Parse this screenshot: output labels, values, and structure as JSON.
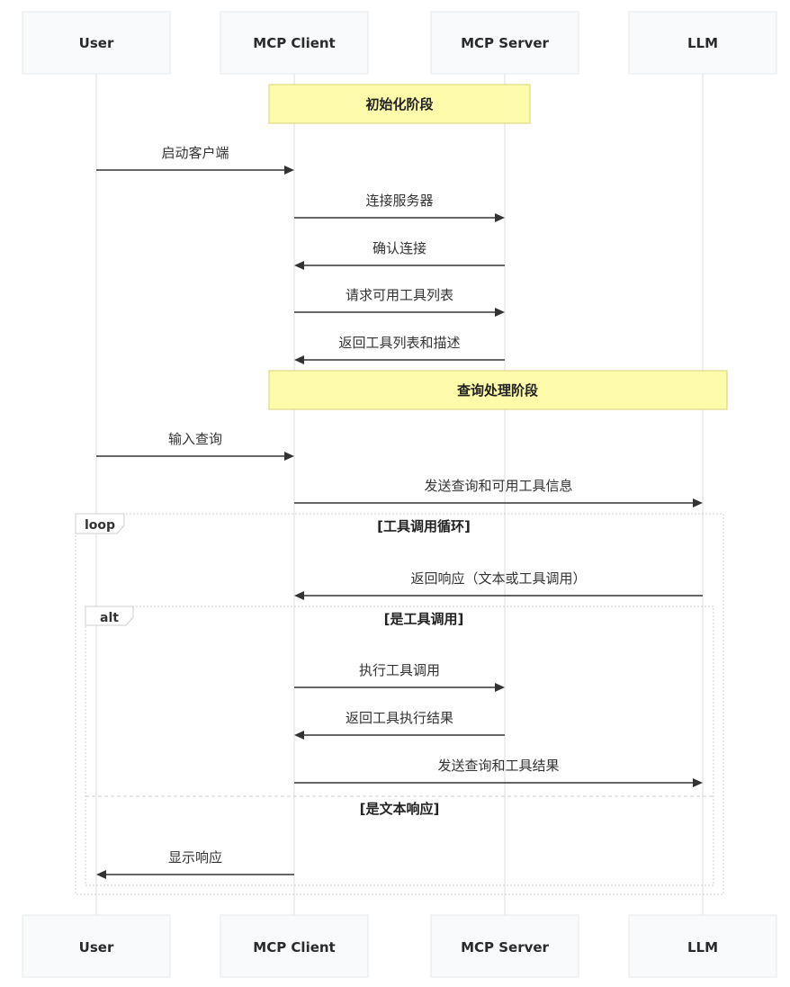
{
  "actors": [
    {
      "id": "user",
      "name": "User"
    },
    {
      "id": "client",
      "name": "MCP Client"
    },
    {
      "id": "server",
      "name": "MCP Server"
    },
    {
      "id": "llm",
      "name": "LLM"
    }
  ],
  "notes": [
    {
      "id": "init-phase",
      "text": "初始化阶段",
      "from": "client",
      "to": "server"
    },
    {
      "id": "query-phase",
      "text": "查询处理阶段",
      "from": "client",
      "to": "llm"
    }
  ],
  "messages": [
    {
      "id": "start-client",
      "from": "user",
      "to": "client",
      "text": "启动客户端"
    },
    {
      "id": "connect-server",
      "from": "client",
      "to": "server",
      "text": "连接服务器"
    },
    {
      "id": "confirm-connect",
      "from": "server",
      "to": "client",
      "text": "确认连接"
    },
    {
      "id": "request-tools",
      "from": "client",
      "to": "server",
      "text": "请求可用工具列表"
    },
    {
      "id": "return-tools",
      "from": "server",
      "to": "client",
      "text": "返回工具列表和描述"
    },
    {
      "id": "input-query",
      "from": "user",
      "to": "client",
      "text": "输入查询"
    },
    {
      "id": "send-query",
      "from": "client",
      "to": "llm",
      "text": "发送查询和可用工具信息"
    },
    {
      "id": "return-response",
      "from": "llm",
      "to": "client",
      "text": "返回响应（文本或工具调用）"
    },
    {
      "id": "exec-tool",
      "from": "client",
      "to": "server",
      "text": "执行工具调用"
    },
    {
      "id": "return-result",
      "from": "server",
      "to": "client",
      "text": "返回工具执行结果"
    },
    {
      "id": "send-result",
      "from": "client",
      "to": "llm",
      "text": "发送查询和工具结果"
    },
    {
      "id": "show-response",
      "from": "client",
      "to": "user",
      "text": "显示响应"
    }
  ],
  "frames": {
    "loop": {
      "label": "loop",
      "condition": "[工具调用循环]"
    },
    "alt": {
      "label": "alt",
      "condition": "[是工具调用]",
      "else_condition": "[是文本响应]"
    }
  }
}
